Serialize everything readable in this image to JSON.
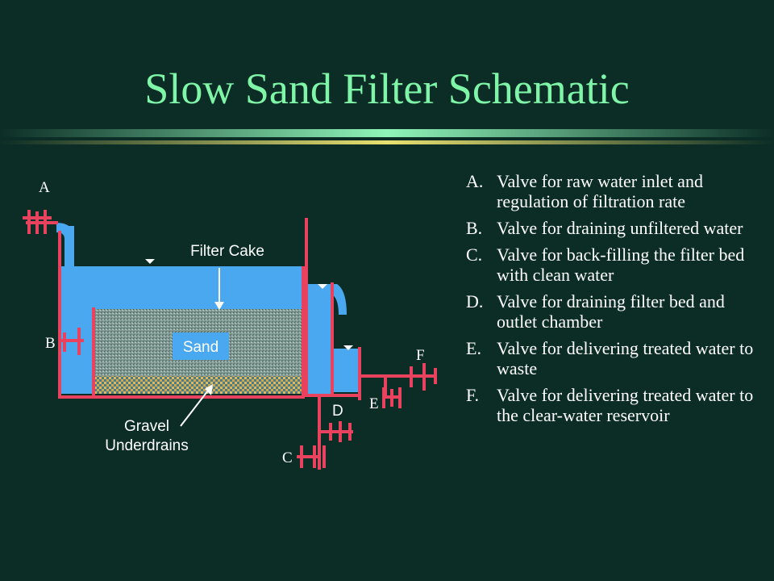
{
  "title": "Slow Sand Filter Schematic",
  "colors": {
    "background": "#0c2d26",
    "title": "#7ff5a8",
    "pipe": "#e8425e",
    "water": "#4aa8f0",
    "sand": "#8fa79f",
    "gravel": "#c9a24a"
  },
  "diagram": {
    "labels": {
      "A": "A",
      "B": "B",
      "C": "C",
      "D": "D",
      "E": "E",
      "F": "F",
      "filter_cake": "Filter Cake",
      "sand": "Sand",
      "gravel_line1": "Gravel",
      "gravel_line2": "Underdrains"
    }
  },
  "legend": [
    {
      "letter": "A.",
      "text": "Valve for raw water inlet and regulation of filtration rate"
    },
    {
      "letter": "B.",
      "text": "Valve for draining unfiltered water"
    },
    {
      "letter": "C.",
      "text": "Valve for back-filling the filter bed with clean water"
    },
    {
      "letter": "D.",
      "text": "Valve for draining filter bed and outlet chamber"
    },
    {
      "letter": "E.",
      "text": "Valve for delivering treated water to waste"
    },
    {
      "letter": "F.",
      "text": "Valve for delivering treated water to the clear-water reservoir"
    }
  ]
}
